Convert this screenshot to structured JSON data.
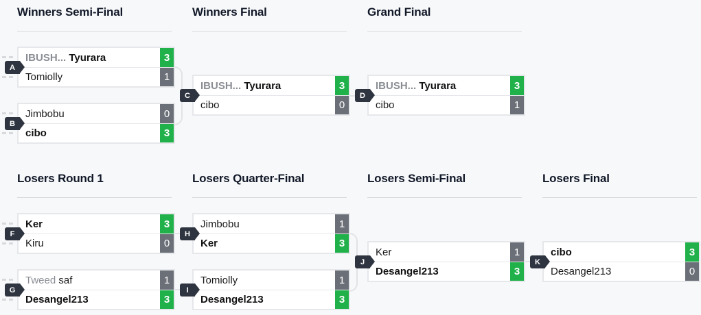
{
  "rounds": {
    "winners_semi": "Winners Semi-Final",
    "winners_final": "Winners Final",
    "grand_final": "Grand Final",
    "losers_r1": "Losers Round 1",
    "losers_qf": "Losers Quarter-Final",
    "losers_semi": "Losers Semi-Final",
    "losers_final": "Losers Final"
  },
  "matches": {
    "A": {
      "label": "A",
      "p1": {
        "prefix": "IBUSH...",
        "name": "Tyurara",
        "score": "3"
      },
      "p2": {
        "prefix": "",
        "name": "Tomiolly",
        "score": "1"
      }
    },
    "B": {
      "label": "B",
      "p1": {
        "prefix": "",
        "name": "Jimbobu",
        "score": "0"
      },
      "p2": {
        "prefix": "",
        "name": "cibo",
        "score": "3"
      }
    },
    "C": {
      "label": "C",
      "p1": {
        "prefix": "IBUSH...",
        "name": "Tyurara",
        "score": "3"
      },
      "p2": {
        "prefix": "",
        "name": "cibo",
        "score": "0"
      }
    },
    "D": {
      "label": "D",
      "p1": {
        "prefix": "IBUSH...",
        "name": "Tyurara",
        "score": "3"
      },
      "p2": {
        "prefix": "",
        "name": "cibo",
        "score": "1"
      }
    },
    "F": {
      "label": "F",
      "p1": {
        "prefix": "",
        "name": "Ker",
        "score": "3"
      },
      "p2": {
        "prefix": "",
        "name": "Kiru",
        "score": "0"
      }
    },
    "G": {
      "label": "G",
      "p1": {
        "prefix": "Tweed",
        "name": "saf",
        "score": "1"
      },
      "p2": {
        "prefix": "",
        "name": "Desangel213",
        "score": "3"
      }
    },
    "H": {
      "label": "H",
      "p1": {
        "prefix": "",
        "name": "Jimbobu",
        "score": "1"
      },
      "p2": {
        "prefix": "",
        "name": "Ker",
        "score": "3"
      }
    },
    "I": {
      "label": "I",
      "p1": {
        "prefix": "",
        "name": "Tomiolly",
        "score": "1"
      },
      "p2": {
        "prefix": "",
        "name": "Desangel213",
        "score": "3"
      }
    },
    "J": {
      "label": "J",
      "p1": {
        "prefix": "",
        "name": "Ker",
        "score": "1"
      },
      "p2": {
        "prefix": "",
        "name": "Desangel213",
        "score": "3"
      }
    },
    "K": {
      "label": "K",
      "p1": {
        "prefix": "",
        "name": "cibo",
        "score": "3"
      },
      "p2": {
        "prefix": "",
        "name": "Desangel213",
        "score": "0"
      }
    }
  },
  "colors": {
    "win": "#21b14b",
    "lose": "#6b7078",
    "tag": "#2f3540"
  }
}
